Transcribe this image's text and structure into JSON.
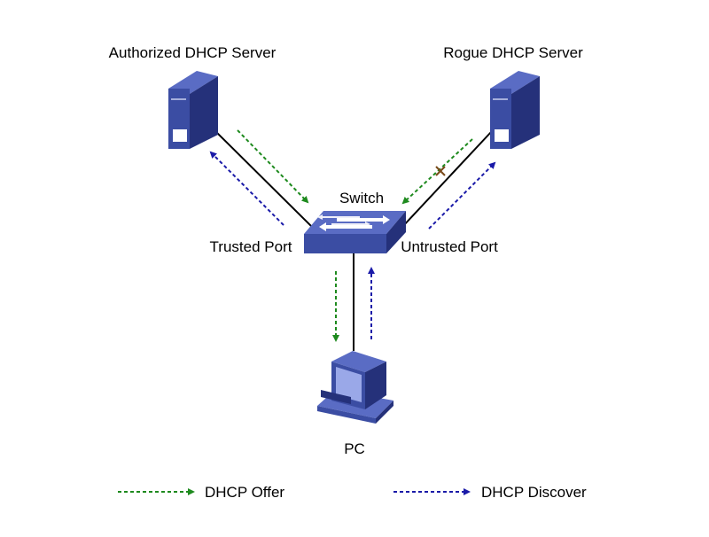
{
  "labels": {
    "authorized_server": "Authorized DHCP Server",
    "rogue_server": "Rogue DHCP Server",
    "switch": "Switch",
    "trusted_port": "Trusted Port",
    "untrusted_port": "Untrusted Port",
    "pc": "PC"
  },
  "legend": {
    "offer": "DHCP Offer",
    "discover": "DHCP Discover"
  },
  "colors": {
    "offer": "#1e8a1e",
    "discover": "#1a1aa8",
    "device_front": "#3b4da3",
    "device_side": "#25317a",
    "device_top": "#5a6cc4",
    "blocked_mark": "#7a4a1a"
  },
  "icons": [
    "server-icon",
    "server-icon",
    "switch-icon",
    "pc-icon",
    "blocked-mark-icon"
  ]
}
